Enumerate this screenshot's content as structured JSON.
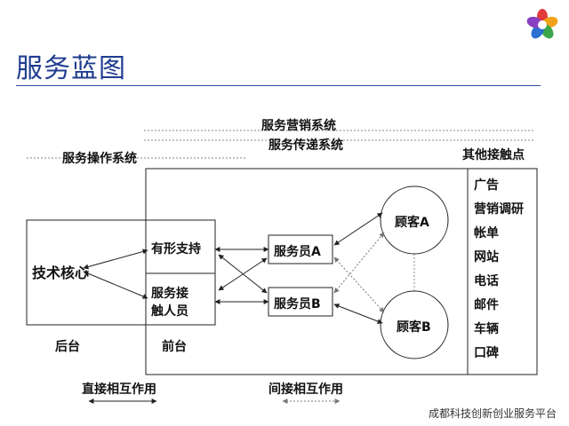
{
  "title": "服务蓝图",
  "labels": {
    "marketing_system": "服务营销系统",
    "delivery_system": "服务传递系统",
    "operations_system": "服务操作系统",
    "other_touchpoints": "其他接触点",
    "tech_core": "技术核心",
    "tangible_support": "有形支持",
    "contact_staff_line1": "服务接",
    "contact_staff_line2": "触人员",
    "staff_a": "服务员A",
    "staff_b": "服务员B",
    "customer_a": "顾客A",
    "customer_b": "顾客B",
    "backstage": "后台",
    "frontstage": "前台",
    "direct_interaction": "直接相互作用",
    "indirect_interaction": "间接相互作用"
  },
  "touchpoints": [
    "广告",
    "营销调研",
    "帐单",
    "网站",
    "电话",
    "邮件",
    "车辆",
    "口碑"
  ],
  "footer": "成都科技创新创业服务平台",
  "colors": {
    "title": "#1f3c8f",
    "rule": "#2f4f9f",
    "line": "#222222",
    "dotted": "#8a8a8a",
    "logo": [
      "#e23b3b",
      "#f2a21a",
      "#3aa64a",
      "#2a6fd1",
      "#8a3fc0"
    ]
  },
  "icons": {
    "logo": "flower-logo-icon"
  }
}
